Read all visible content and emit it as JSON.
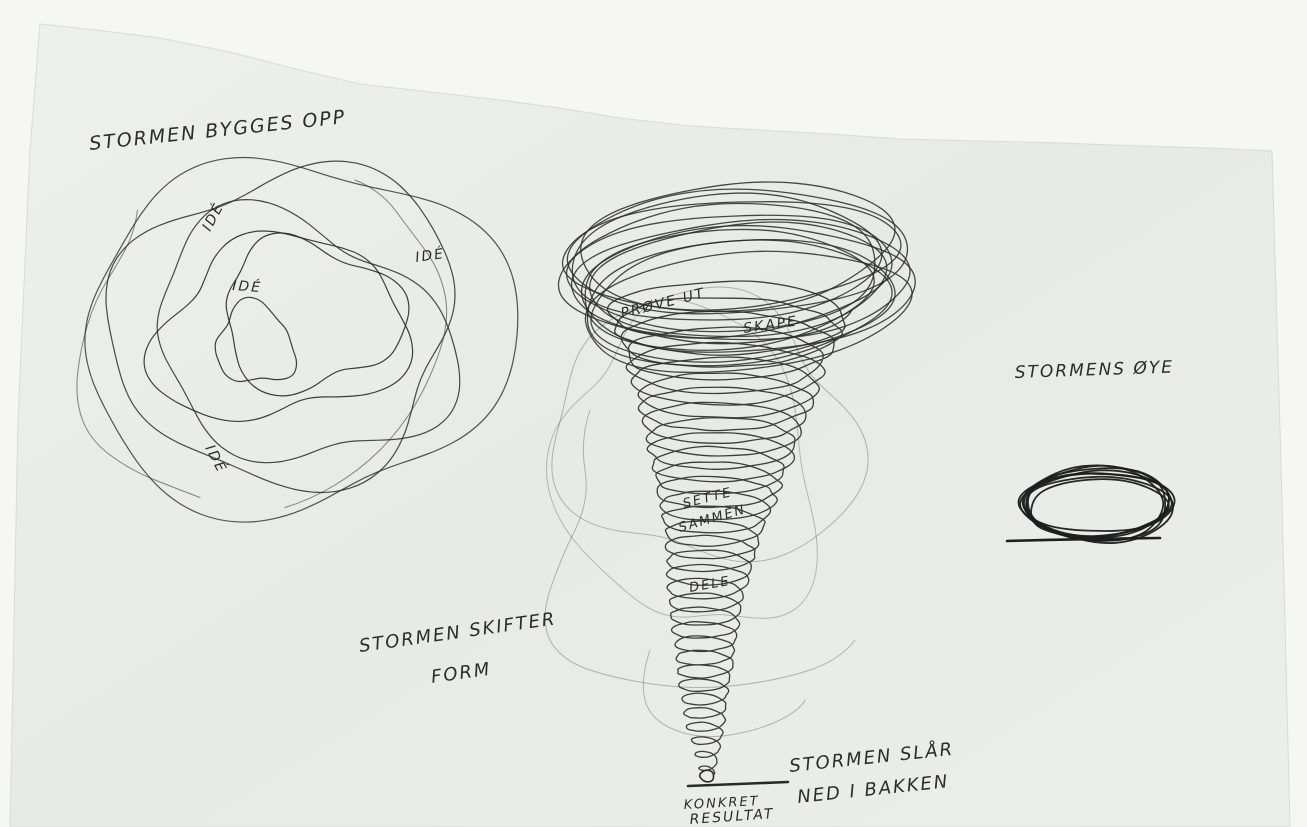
{
  "sketch": {
    "title_build_up": "STORMEN BYGGES OPP",
    "idea_labels": [
      "IDÉ",
      "IDÉ",
      "IDÉ",
      "IDÉ"
    ],
    "try_out": "PRØVE UT",
    "create": "SKAPE",
    "put_together": [
      "SETTE",
      "SAMMEN"
    ],
    "share": "DELE",
    "changes_form": [
      "STORMEN SKIFTER",
      "FORM"
    ],
    "strikes_ground": [
      "STORMEN SLÅR",
      "NED I BAKKEN"
    ],
    "result": [
      "KONKRET",
      "RESULTAT"
    ],
    "eye": "STORMENS ØYE"
  },
  "colors": {
    "pencil": "#2a2a2a",
    "paper": "#e9ebe6",
    "background": "#f6f6f4"
  }
}
